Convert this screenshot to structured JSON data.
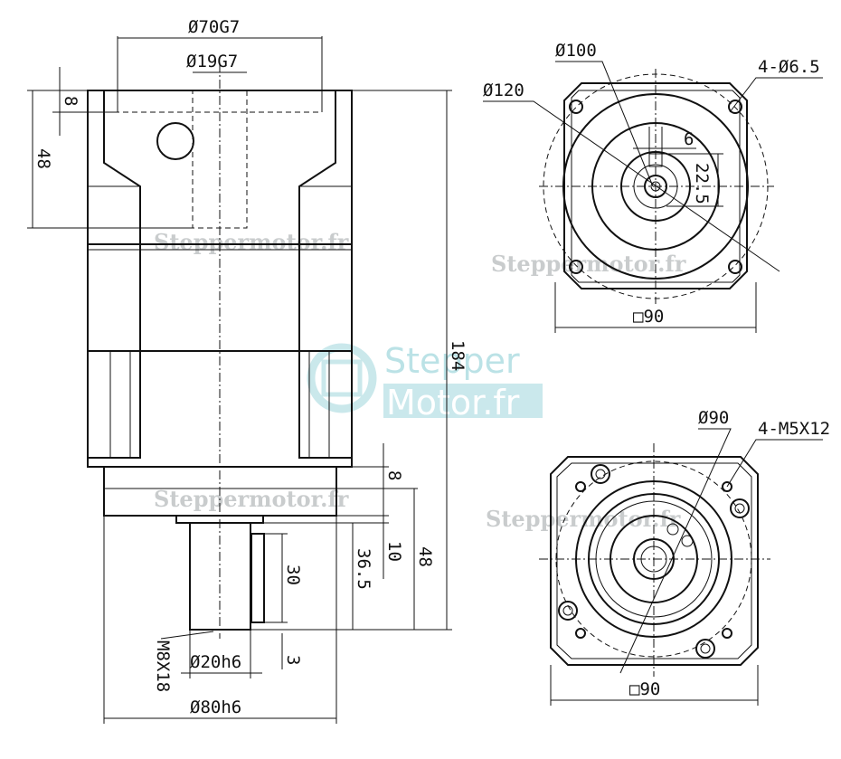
{
  "front_view": {
    "dim_bore_od": "Ø70G7",
    "dim_input_bore": "Ø19G7",
    "dim_top_step": "8",
    "dim_input_depth": "48",
    "dim_total_length": "184",
    "dim_flange_step": "8",
    "dim_pilot": "10",
    "dim_shaft_len": "36.5",
    "dim_output_len": "48",
    "dim_key_len": "30",
    "dim_key_offset": "3",
    "dim_shaft_dia": "Ø20h6",
    "dim_thread": "M8X18",
    "dim_flange_dia": "Ø80h6"
  },
  "top_right_view": {
    "dim_pcd_inner": "Ø100",
    "dim_pcd_outer": "Ø120",
    "dim_holes": "4-Ø6.5",
    "dim_key_width": "6",
    "dim_key_height": "22.5",
    "dim_square": "□90"
  },
  "bottom_right_view": {
    "dim_pcd": "Ø90",
    "dim_threads": "4-M5X12",
    "dim_square": "□90"
  },
  "watermark": {
    "text": "Steppermotor.fr",
    "logo_line1": "Stepper",
    "logo_line2": "Motor.fr"
  }
}
